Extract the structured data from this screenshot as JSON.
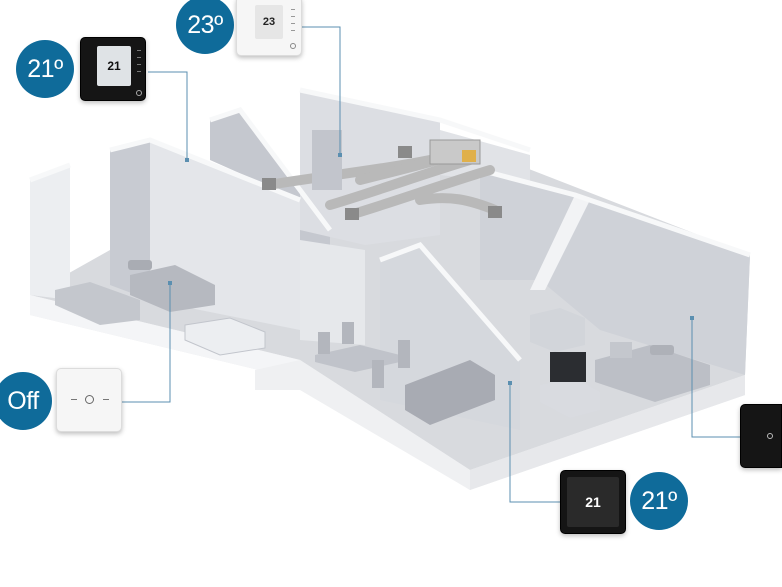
{
  "badges": {
    "top_center": "23º",
    "top_left": "21º",
    "bottom_left": "Off",
    "bottom_right": "21º"
  },
  "devices": {
    "top_center": {
      "style": "white",
      "reading": "23"
    },
    "top_left": {
      "style": "black",
      "reading": "21"
    },
    "bottom_left": {
      "style": "white",
      "reading": ""
    },
    "bottom_right": {
      "style": "black-color",
      "reading": "21"
    },
    "right_edge": {
      "style": "black",
      "reading": ""
    }
  },
  "colors": {
    "badge": "#0f6b9a",
    "wall_top": "#f3f4f6",
    "wall_side": "#c9ccd3",
    "floor": "#d7d9de",
    "duct": "#bdbdbd",
    "line": "#5b8fb0"
  }
}
